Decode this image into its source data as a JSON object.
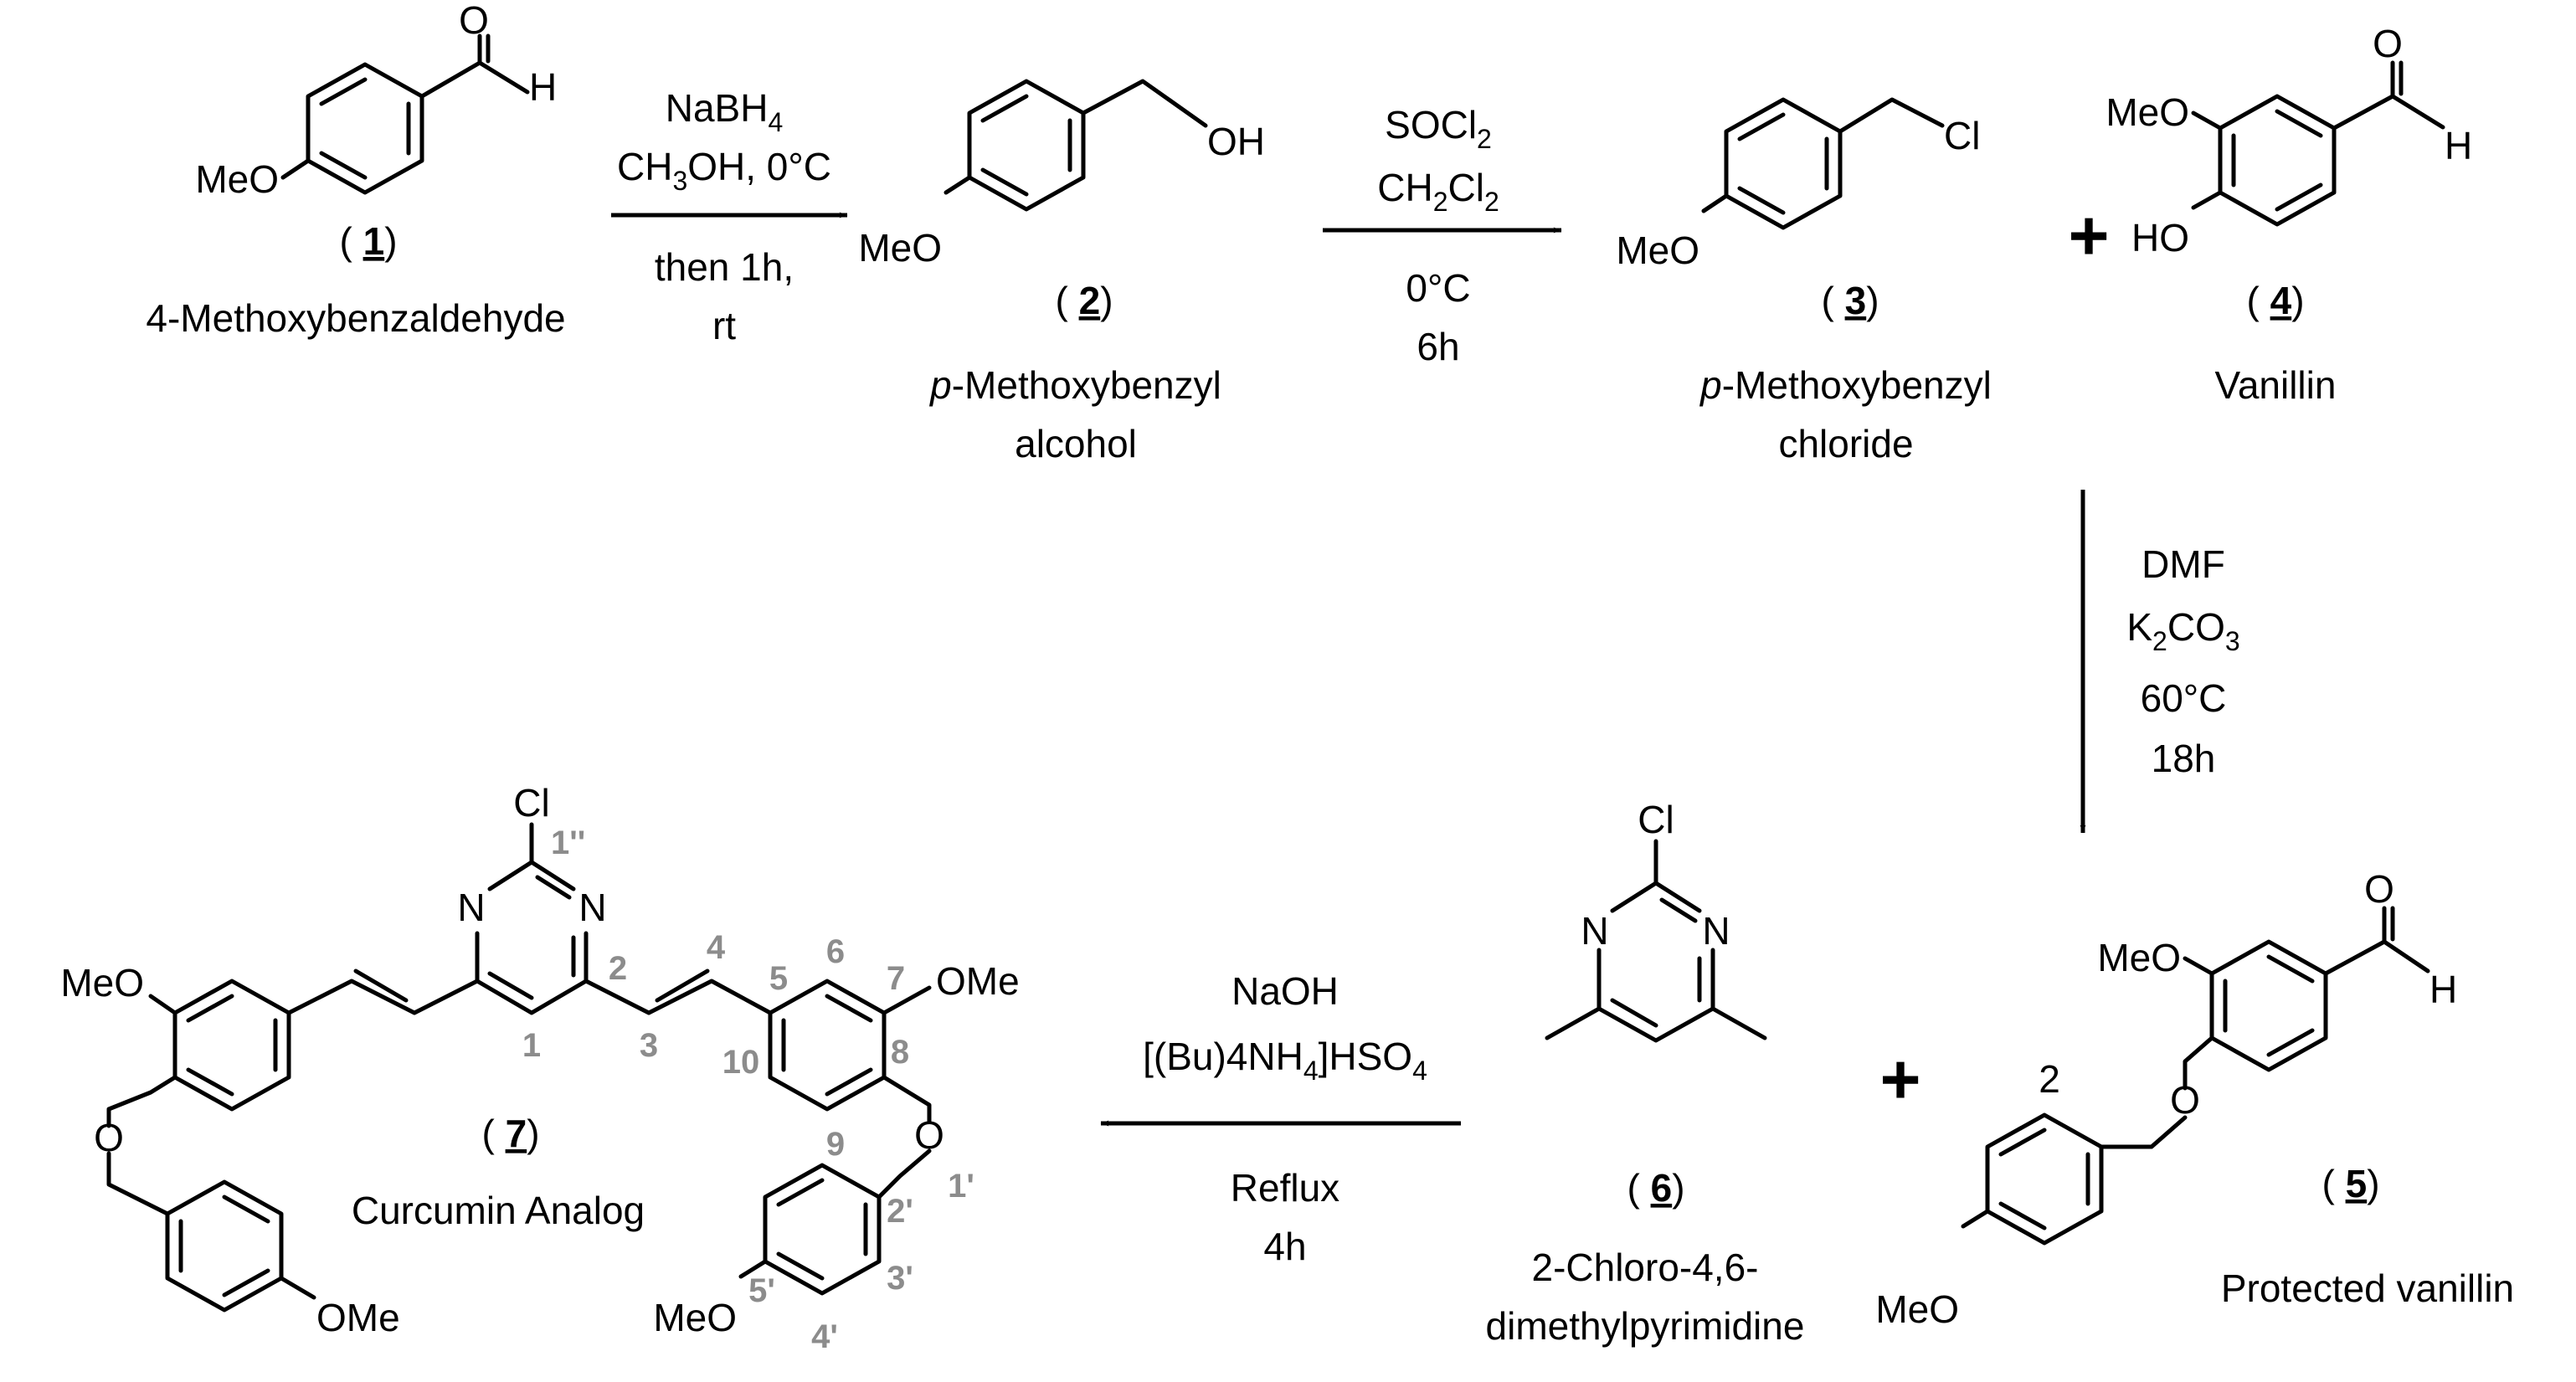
{
  "compounds": {
    "c1": {
      "number": "1",
      "name": "4-Methoxybenzaldehyde",
      "label_meo": "MeO",
      "label_o": "O",
      "label_h": "H"
    },
    "c2": {
      "number": "2",
      "name_italic": "p",
      "name_rest": "-Methoxybenzyl",
      "name_line2": "alcohol",
      "label_meo": "MeO",
      "label_oh": "OH"
    },
    "c3": {
      "number": "3",
      "name_italic": "p",
      "name_rest": "-Methoxybenzyl",
      "name_line2": "chloride",
      "label_meo": "MeO",
      "label_cl": "Cl"
    },
    "c4": {
      "number": "4",
      "name": "Vanillin",
      "label_meo": "MeO",
      "label_ho": "HO",
      "label_o": "O",
      "label_h": "H"
    },
    "c5": {
      "number": "5",
      "name": "Protected vanillin",
      "label_meo": "MeO",
      "label_meo2": "MeO",
      "label_o": "O",
      "label_o2": "O",
      "label_h": "H"
    },
    "c6": {
      "number": "6",
      "name_line1": "2-Chloro-4,6-",
      "name_line2": "dimethylpyrimidine",
      "label_cl": "Cl",
      "label_n": "N"
    },
    "c7": {
      "number": "7",
      "name": "Curcumin Analog",
      "label_cl": "Cl",
      "label_n": "N",
      "label_meo": "MeO",
      "label_ome": "OMe",
      "label_o": "O"
    }
  },
  "atom_numbers": {
    "n1": "1",
    "n2": "2",
    "n3": "3",
    "n4": "4",
    "n5": "5",
    "n6": "6",
    "n7": "7",
    "n8": "8",
    "n9": "9",
    "n10": "10",
    "n1p": "1'",
    "n2p": "2'",
    "n3p": "3'",
    "n4p": "4'",
    "n5p": "5'",
    "n1pp": "1''"
  },
  "reactions": {
    "r1": {
      "line1_main": "NaBH",
      "line1_sub": "4",
      "line2_a": "CH",
      "line2_sub": "3",
      "line2_b": "OH, 0°C",
      "line3": "then 1h,",
      "line4": "rt"
    },
    "r2": {
      "line1_main": "SOCl",
      "line1_sub": "2",
      "line2_a": "CH",
      "line2_sub1": "2",
      "line2_b": "Cl",
      "line2_sub2": "2",
      "line3": "0°C",
      "line4": "6h"
    },
    "r3": {
      "line1": "DMF",
      "line2_a": "K",
      "line2_sub1": "2",
      "line2_b": "CO",
      "line2_sub2": "3",
      "line3": "60°C",
      "line4": "18h"
    },
    "r4": {
      "line1": "NaOH",
      "line2_a": "[(Bu)4NH",
      "line2_sub1": "4",
      "line2_b": "]HSO",
      "line2_sub2": "4",
      "line3": "Reflux",
      "line4": "4h"
    }
  },
  "symbols": {
    "plus": "+",
    "paren_open": "(",
    "paren_close": ")",
    "stoich_2": "2"
  },
  "colors": {
    "atom_numbering": "#8c8c8c",
    "ink": "#000000"
  }
}
